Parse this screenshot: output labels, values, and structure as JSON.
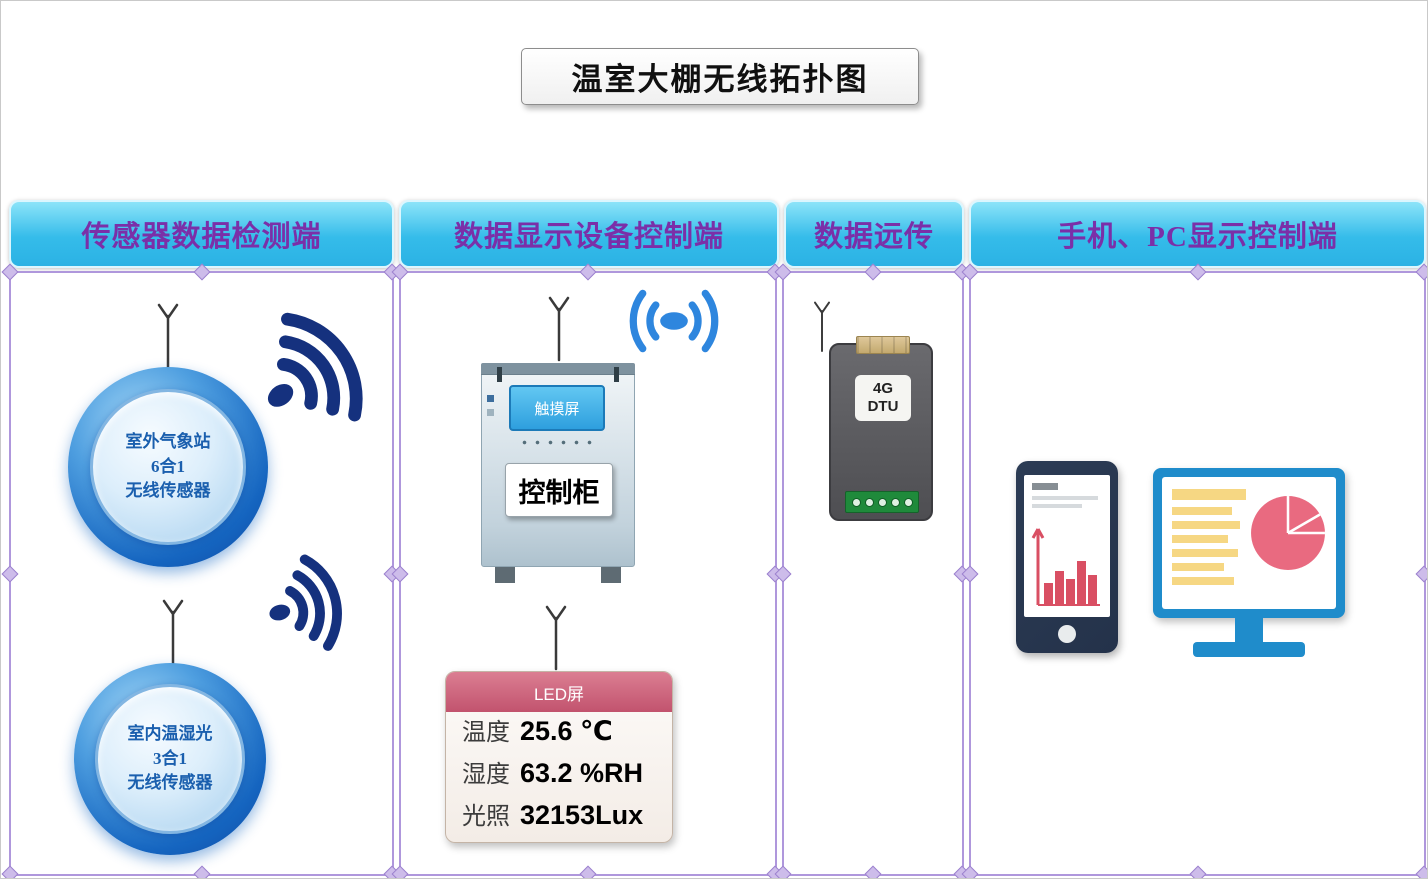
{
  "title": "温室大棚无线拓扑图",
  "columns": [
    {
      "header": "传感器数据检测端"
    },
    {
      "header": "数据显示设备控制端"
    },
    {
      "header": "数据远传"
    },
    {
      "header": "手机、PC显示控制端"
    }
  ],
  "sensors": [
    {
      "line1": "室外气象站",
      "line2": "6合1",
      "line3": "无线传感器"
    },
    {
      "line1": "室内温湿光",
      "line2": "3合1",
      "line3": "无线传感器"
    }
  ],
  "control_cabinet": {
    "screen_label": "触摸屏",
    "label": "控制柜"
  },
  "dtu": {
    "line1": "4G",
    "line2": "DTU"
  },
  "led_panel": {
    "header": "LED屏",
    "rows": [
      {
        "label": "温度",
        "value": "25.6 ℃"
      },
      {
        "label": "湿度",
        "value": "63.2 %RH"
      },
      {
        "label": "光照",
        "value": "32153Lux"
      }
    ]
  },
  "colors": {
    "header_bg": "#35bcea",
    "header_text": "#7b2fa8",
    "panel_border": "#af97dc",
    "signal_navy": "#15317e",
    "wifi_blue": "#2e86de",
    "led_header": "#c2536e",
    "pie_pink": "#e96a80",
    "monitor_blue": "#1f8ccb",
    "phone_navy": "#24324a",
    "bar_red": "#d94f63",
    "text_yellow": "#f6d783"
  }
}
